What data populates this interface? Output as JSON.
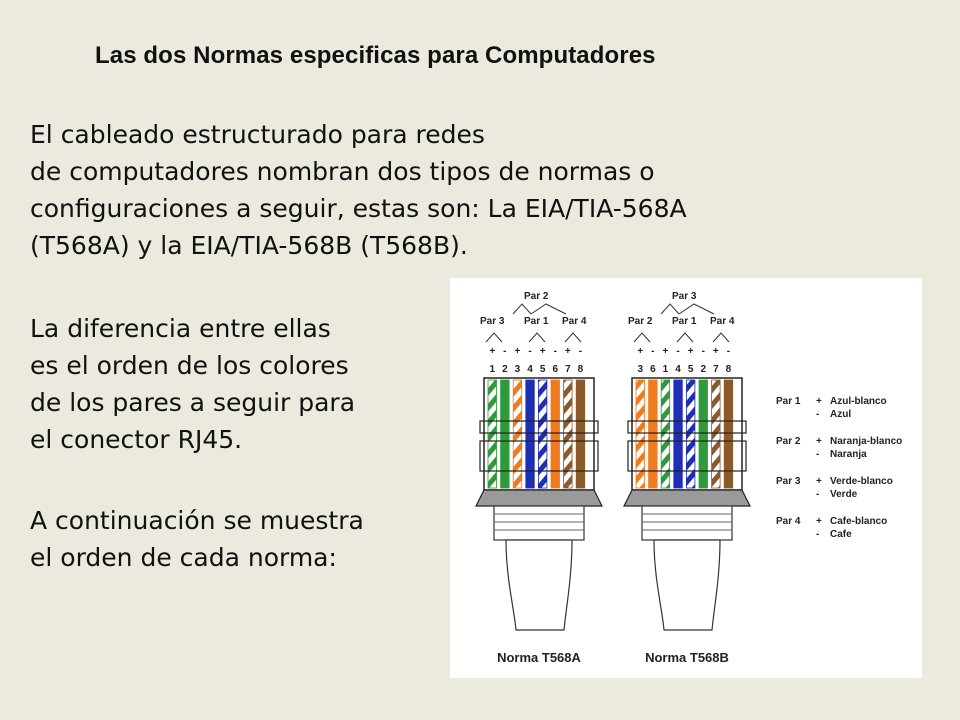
{
  "title": "Las dos Normas especificas para Computadores",
  "intro_lines": [
    "El cableado estructurado para redes",
    "de computadores nombran dos tipos de normas o",
    "configuraciones a seguir, estas son: La EIA/TIA-568A",
    "(T568A) y la EIA/TIA-568B (T568B)."
  ],
  "difference_lines": [
    "La diferencia entre ellas",
    "es el orden de los colores",
    "de los pares a seguir para",
    "el conector RJ45."
  ],
  "continuation_lines": [
    "A continuación se muestra",
    "el orden de cada norma:"
  ],
  "diagram": {
    "connectors": [
      {
        "name": "Norma T568A",
        "top_pair": "Par 2",
        "left_pair": "Par 3",
        "mid_pair": "Par 1",
        "right_pair": "Par 4",
        "polarity": [
          "+",
          "-",
          "+",
          "-",
          "+",
          "-",
          "+",
          "-"
        ],
        "pin_numbers": [
          "1",
          "2",
          "3",
          "4",
          "5",
          "6",
          "7",
          "8"
        ],
        "wires": [
          {
            "color": "#2e9a3a",
            "striped": true
          },
          {
            "color": "#2e9a3a",
            "striped": false
          },
          {
            "color": "#f07a1e",
            "striped": true
          },
          {
            "color": "#1f2fb5",
            "striped": false
          },
          {
            "color": "#1f2fb5",
            "striped": true
          },
          {
            "color": "#f07a1e",
            "striped": false
          },
          {
            "color": "#8b5a2b",
            "striped": true
          },
          {
            "color": "#8b5a2b",
            "striped": false
          }
        ]
      },
      {
        "name": "Norma T568B",
        "top_pair": "Par 3",
        "left_pair": "Par 2",
        "mid_pair": "Par 1",
        "right_pair": "Par 4",
        "polarity": [
          "+",
          "-",
          "+",
          "-",
          "+",
          "-",
          "+",
          "-"
        ],
        "pin_numbers": [
          "3",
          "6",
          "1",
          "4",
          "5",
          "2",
          "7",
          "8"
        ],
        "wires": [
          {
            "color": "#f07a1e",
            "striped": true
          },
          {
            "color": "#f07a1e",
            "striped": false
          },
          {
            "color": "#2e9a3a",
            "striped": true
          },
          {
            "color": "#1f2fb5",
            "striped": false
          },
          {
            "color": "#1f2fb5",
            "striped": true
          },
          {
            "color": "#2e9a3a",
            "striped": false
          },
          {
            "color": "#8b5a2b",
            "striped": true
          },
          {
            "color": "#8b5a2b",
            "striped": false
          }
        ]
      }
    ],
    "legend": [
      {
        "pair": "Par 1",
        "plus": "Azul-blanco",
        "minus": "Azul"
      },
      {
        "pair": "Par 2",
        "plus": "Naranja-blanco",
        "minus": "Naranja"
      },
      {
        "pair": "Par 3",
        "plus": "Verde-blanco",
        "minus": "Verde"
      },
      {
        "pair": "Par 4",
        "plus": "Cafe-blanco",
        "minus": "Cafe"
      }
    ]
  }
}
